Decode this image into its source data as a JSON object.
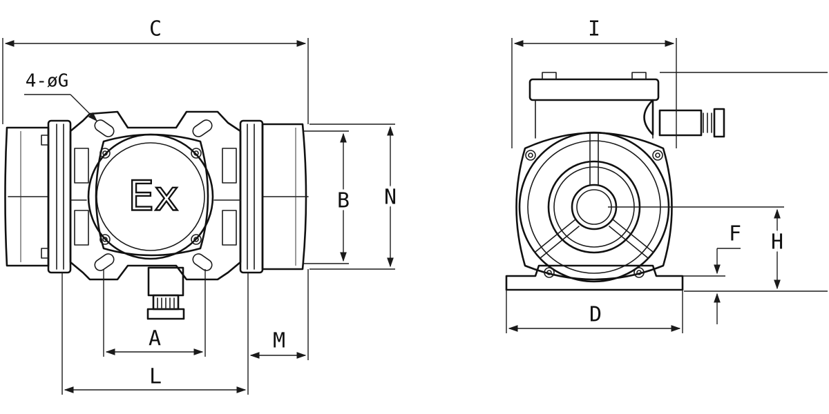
{
  "dimensions": {
    "overall_length": "C",
    "mounting_holes": "4-øG",
    "hole_span_width": "B",
    "housing_height": "N",
    "hole_spacing_length": "A",
    "base_length": "L",
    "end_offset": "M",
    "overall_width": "I",
    "foot_width": "D",
    "foot_thickness": "F",
    "shaft_center_height": "H"
  },
  "marking": "Ex"
}
